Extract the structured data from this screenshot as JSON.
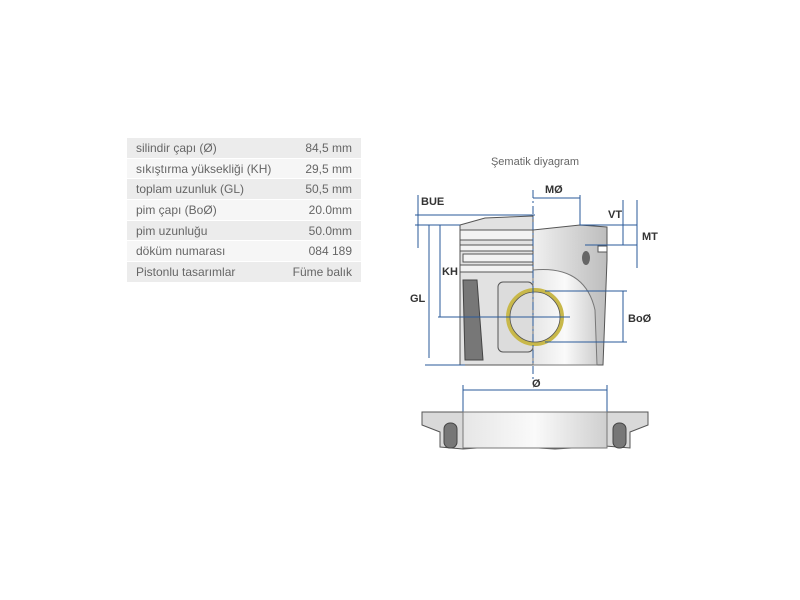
{
  "specs": [
    {
      "label": "silindir çapı (Ø)",
      "value": "84,5 mm"
    },
    {
      "label": "sıkıştırma yüksekliği (KH)",
      "value": "29,5 mm"
    },
    {
      "label": "toplam uzunluk (GL)",
      "value": "50,5 mm"
    },
    {
      "label": "pim çapı (BoØ)",
      "value": "20.0mm"
    },
    {
      "label": "pim uzunluğu",
      "value": "50.0mm"
    },
    {
      "label": "döküm numarası",
      "value": "084 189"
    },
    {
      "label": "Pistonlu tasarımlar",
      "value": "Füme balık"
    }
  ],
  "diagram": {
    "title": "Şematik diyagram",
    "labels": {
      "bue": "BUE",
      "mo": "MØ",
      "vt": "VT",
      "mt": "MT",
      "kh": "KH",
      "gl": "GL",
      "boo": "BoØ",
      "dia": "Ø"
    },
    "colors": {
      "dimension": "#2a5a9a",
      "pin_ring": "#c8b84a",
      "body": "#d8d8d8"
    }
  }
}
